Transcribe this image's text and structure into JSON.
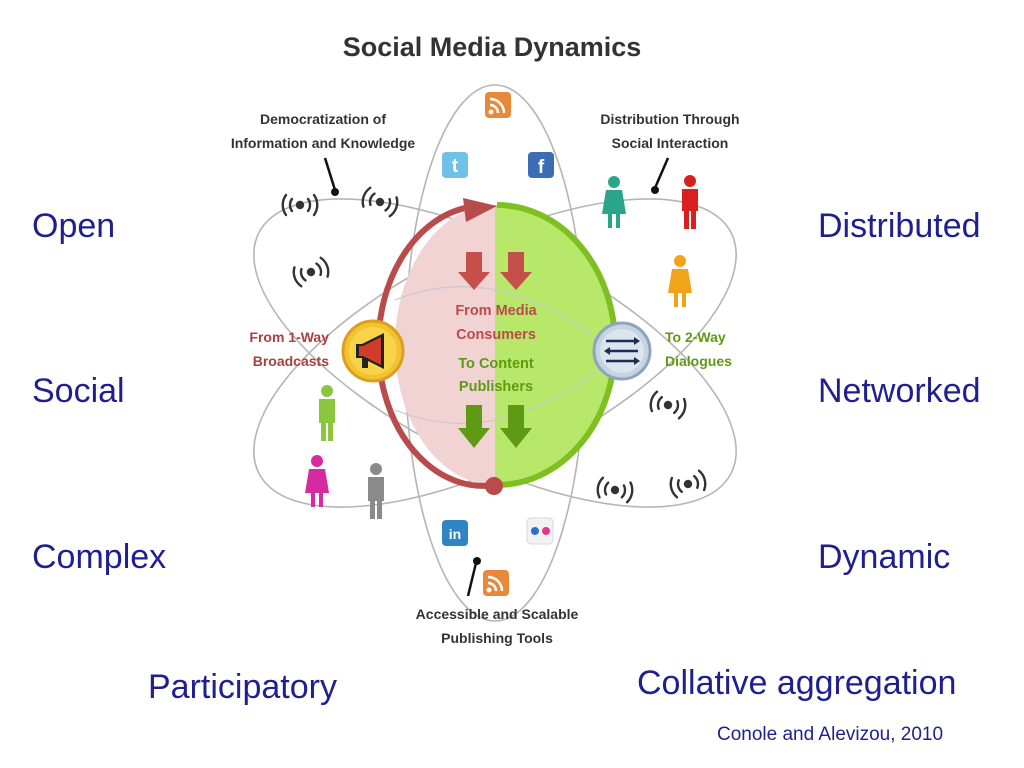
{
  "diagram": {
    "title": "Social Media Dynamics",
    "callout_top_left": [
      "Democratization of",
      "Information and Knowledge"
    ],
    "callout_top_right": [
      "Distribution Through",
      "Social Interaction"
    ],
    "callout_bottom": [
      "Accessible and Scalable",
      "Publishing Tools"
    ],
    "left_label": [
      "From 1-Way",
      "Broadcasts"
    ],
    "right_label": [
      "To 2-Way",
      "Dialogues"
    ],
    "center_top": [
      "From Media",
      "Consumers"
    ],
    "center_bottom": [
      "To Content",
      "Publishers"
    ],
    "icons": {
      "twitter": "t",
      "facebook": "f",
      "linkedin": "in"
    },
    "colors": {
      "left_half": "#f2d3d3",
      "right_half": "#b8e86a",
      "left_arc": "#b94b4b",
      "right_arc": "#7dc01f",
      "down_arrow_red": "#c5504a",
      "down_arrow_green": "#5e9a14"
    }
  },
  "keywords": {
    "open": "Open",
    "social": "Social",
    "complex": "Complex",
    "participatory": "Participatory",
    "distributed": "Distributed",
    "networked": "Networked",
    "dynamic": "Dynamic",
    "collative": "Collative aggregation"
  },
  "credit": "Conole and Alevizou, 2010"
}
